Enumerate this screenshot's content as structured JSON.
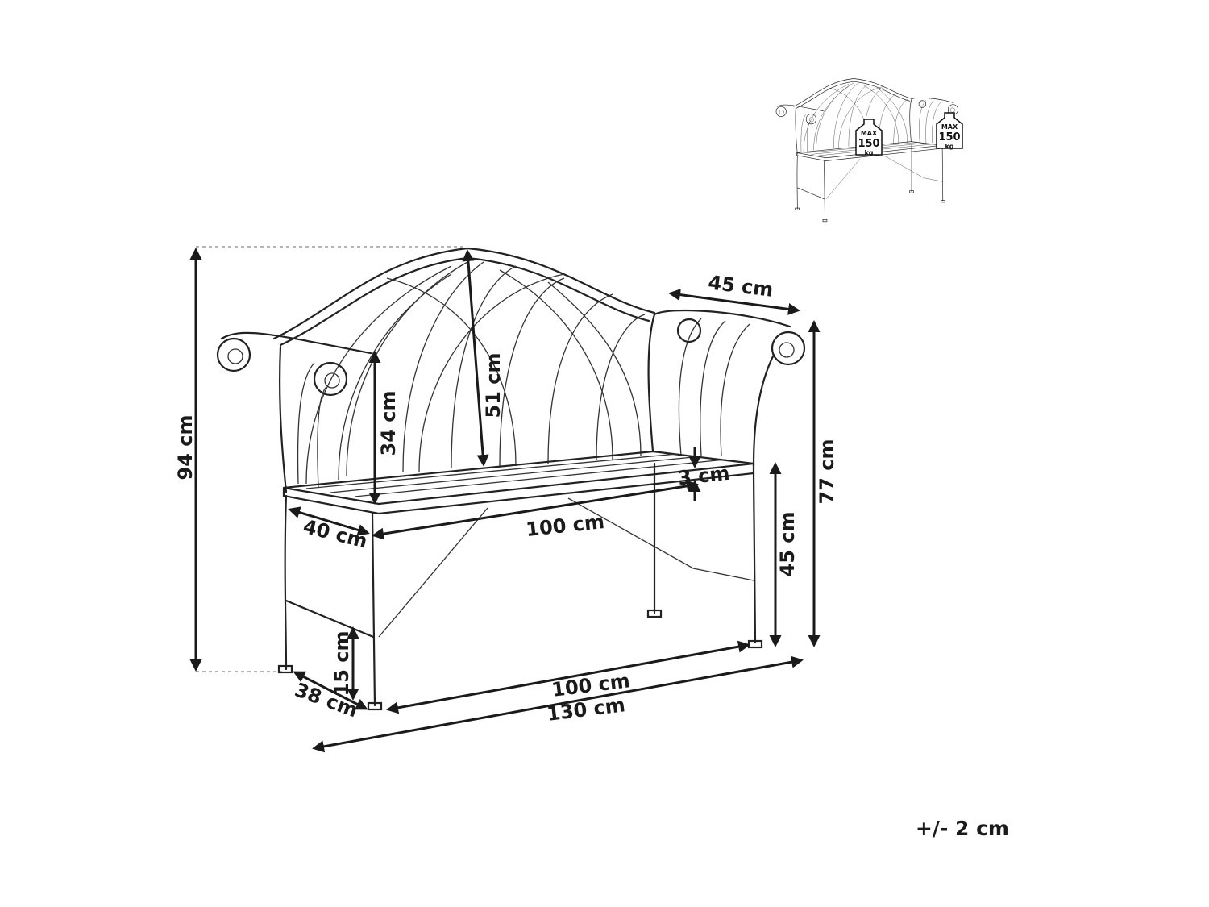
{
  "dimensions": {
    "total_height": "94 cm",
    "backrest_height": "51 cm",
    "armrest_height_above_seat": "34 cm",
    "armrest_depth": "45 cm",
    "armrest_height": "77 cm",
    "seat_height": "45 cm",
    "seat_thickness": "3 cm",
    "seat_depth": "40 cm",
    "seat_width": "100 cm",
    "stretcher_height": "15 cm",
    "leg_depth": "38 cm",
    "leg_span": "100 cm",
    "total_width": "130 cm"
  },
  "tolerance": "+/- 2 cm",
  "inset": {
    "load_left": {
      "max": "MAX",
      "value": "150",
      "unit": "kg"
    },
    "load_right": {
      "max": "MAX",
      "value": "150",
      "unit": "kg"
    }
  },
  "colors": {
    "line": "#1a1a1a",
    "guide": "#888888",
    "background": "#ffffff"
  },
  "icons": [
    "bench-drawing",
    "weight-icon"
  ]
}
